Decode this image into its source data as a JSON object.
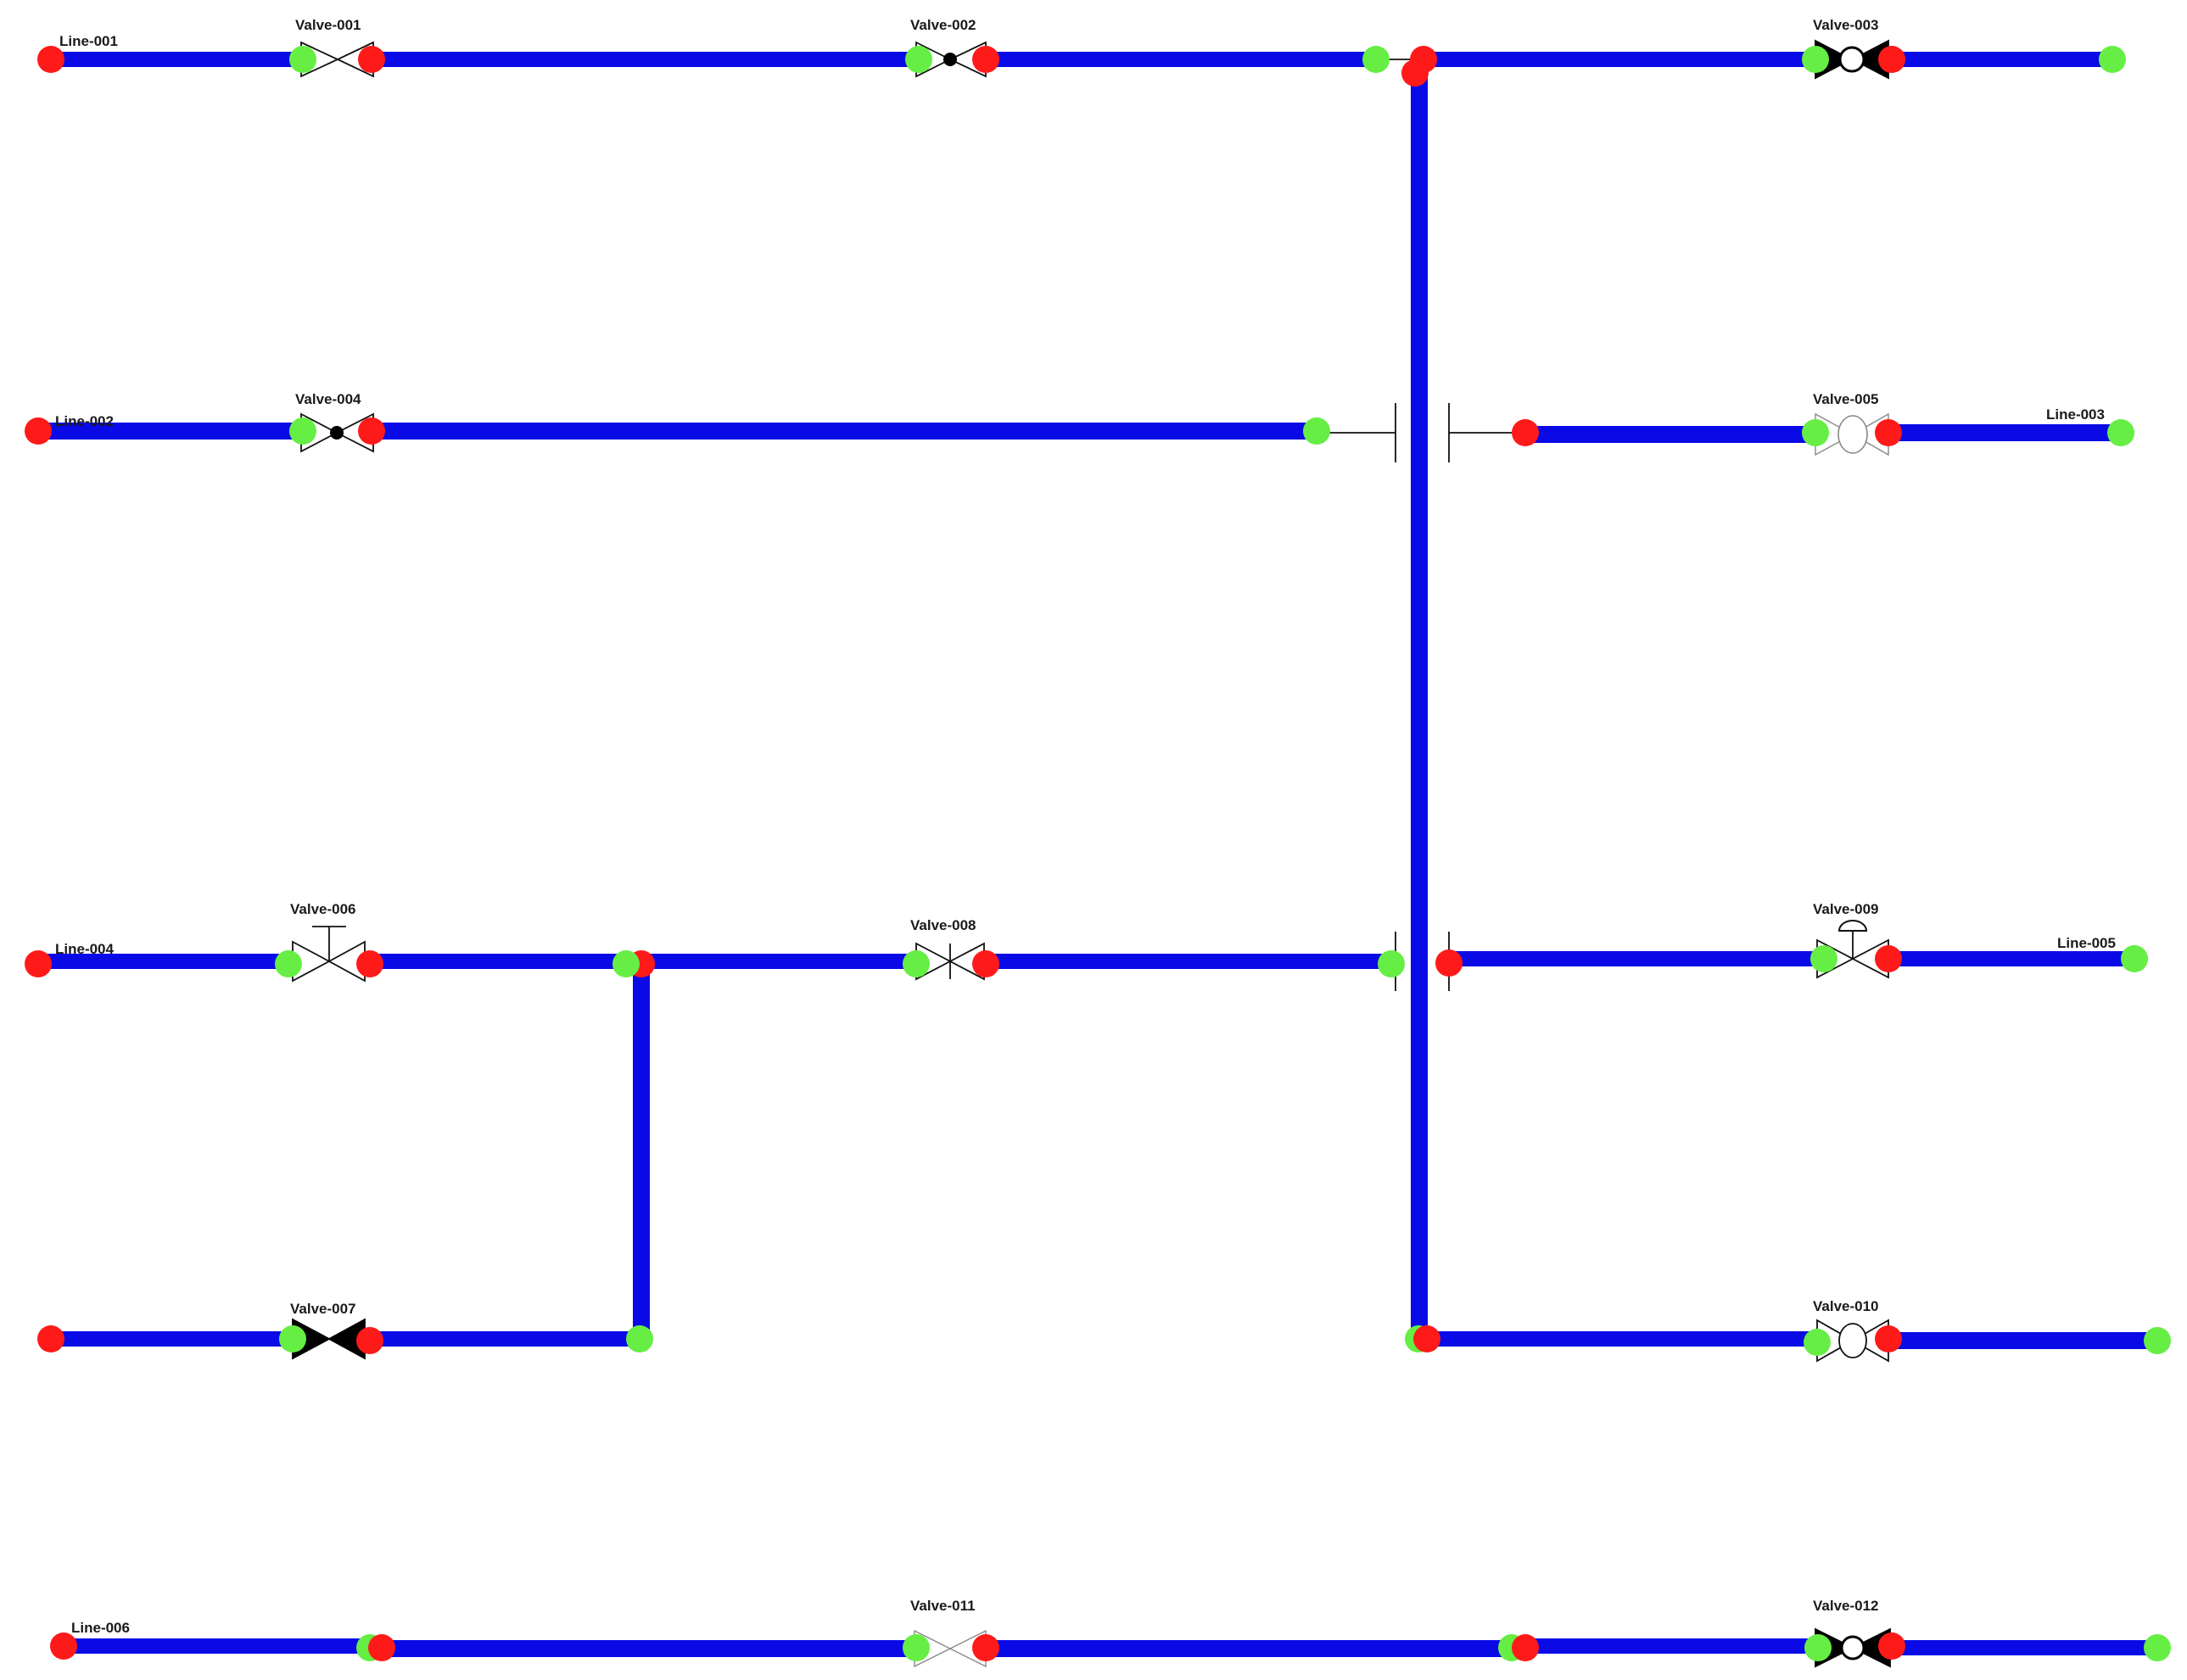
{
  "diagram": {
    "lines": [
      {
        "label": "Line-001"
      },
      {
        "label": "Line-002"
      },
      {
        "label": "Line-003"
      },
      {
        "label": "Line-004"
      },
      {
        "label": "Line-005"
      },
      {
        "label": "Line-006"
      }
    ],
    "valves": [
      {
        "label": "Valve-001",
        "symbol": "gate-valve"
      },
      {
        "label": "Valve-002",
        "symbol": "ball-valve-dot"
      },
      {
        "label": "Valve-003",
        "symbol": "ball-valve-closed"
      },
      {
        "label": "Valve-004",
        "symbol": "ball-valve-dot"
      },
      {
        "label": "Valve-005",
        "symbol": "butterfly-valve-light"
      },
      {
        "label": "Valve-006",
        "symbol": "manual-gate-valve"
      },
      {
        "label": "Valve-007",
        "symbol": "gate-valve-closed"
      },
      {
        "label": "Valve-008",
        "symbol": "needle-valve"
      },
      {
        "label": "Valve-009",
        "symbol": "diaphragm-actuated-valve"
      },
      {
        "label": "Valve-010",
        "symbol": "butterfly-valve"
      },
      {
        "label": "Valve-011",
        "symbol": "gate-valve-light"
      },
      {
        "label": "Valve-012",
        "symbol": "ball-valve-closed"
      }
    ],
    "colors": {
      "pipe": "#0a0ae6",
      "inlet_node": "#ff1a1a",
      "outlet_node": "#66ee44",
      "symbol": "#111111"
    }
  }
}
